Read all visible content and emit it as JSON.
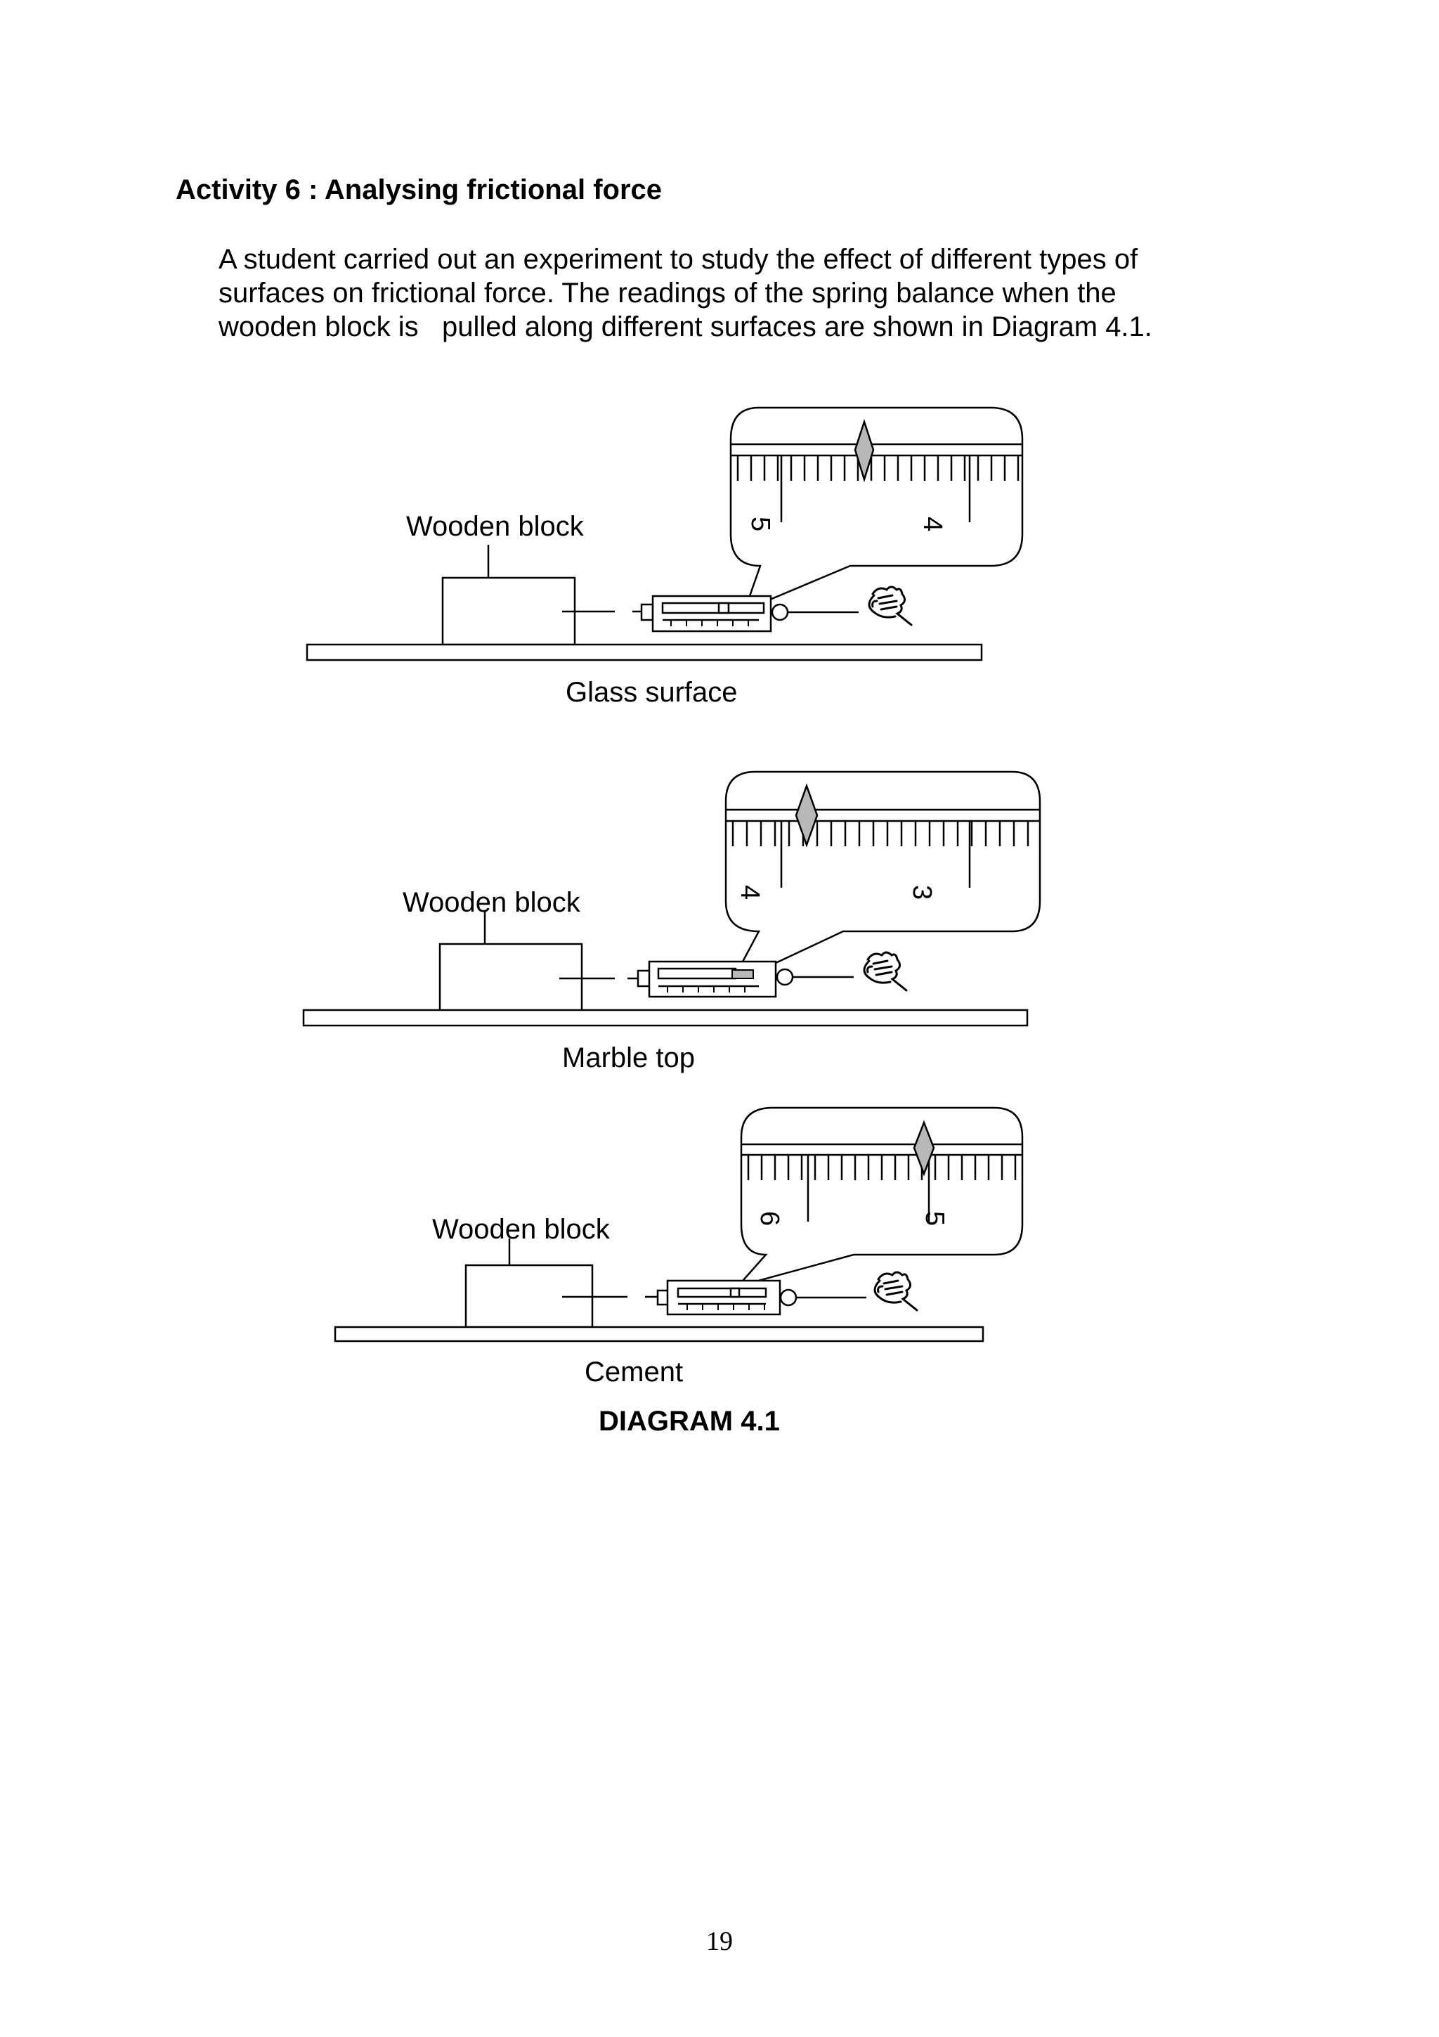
{
  "activity_title": "Activity 6 : Analysing frictional force",
  "intro_lines": [
    "A student carried out an experiment to study the effect of different types of",
    "surfaces on frictional force. The readings of the spring balance when the",
    "wooden block is   pulled along different surfaces are shown in Diagram 4.1."
  ],
  "panels": [
    {
      "block_label": "Wooden block",
      "surface_label": "Glass surface",
      "scale_left": "5",
      "scale_right": "4"
    },
    {
      "block_label": "Wooden block",
      "surface_label": "Marble top",
      "scale_left": "4",
      "scale_right": "3"
    },
    {
      "block_label": "Wooden block",
      "surface_label": "Cement",
      "scale_left": "6",
      "scale_right": "5"
    }
  ],
  "diagram_caption": "DIAGRAM 4.1",
  "page_number": "19",
  "colors": {
    "pointer_fill": "#b8b8b8"
  }
}
